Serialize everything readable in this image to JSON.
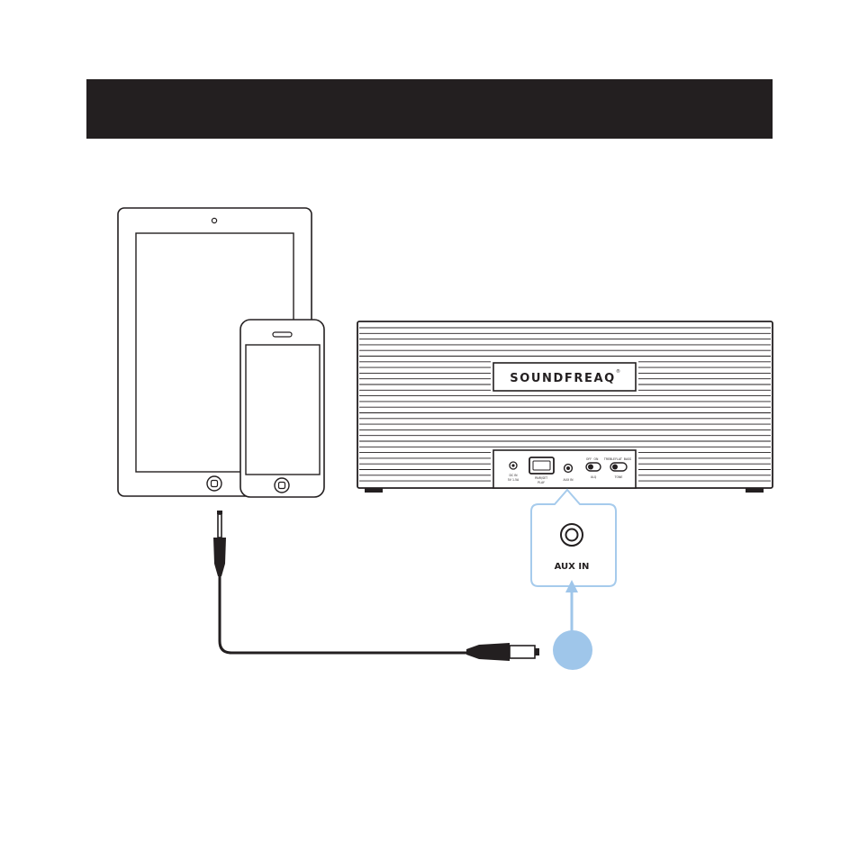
{
  "header": {
    "title": ""
  },
  "speaker": {
    "brand": "SOUNDFREAQ",
    "registered_mark": "®",
    "panel_labels": {
      "dc_in": "DC IN",
      "dc_sub": "5V 1.5A",
      "bluetooth": "PAIR/SET",
      "bluetooth_sub": "PLAY",
      "aux_in": "AUX IN",
      "ulq_a": "OFF",
      "ulq_b": "ON",
      "ulq_label": "ULQ",
      "tone_a": "TREBLE",
      "tone_b": "FLAT",
      "tone_c": "BASS",
      "tone_label": "TONE"
    }
  },
  "callout": {
    "label": "AUX IN"
  },
  "colors": {
    "ink": "#231f20",
    "callout_blue": "#a6cbec",
    "marker_blue": "#9fc6ea"
  }
}
